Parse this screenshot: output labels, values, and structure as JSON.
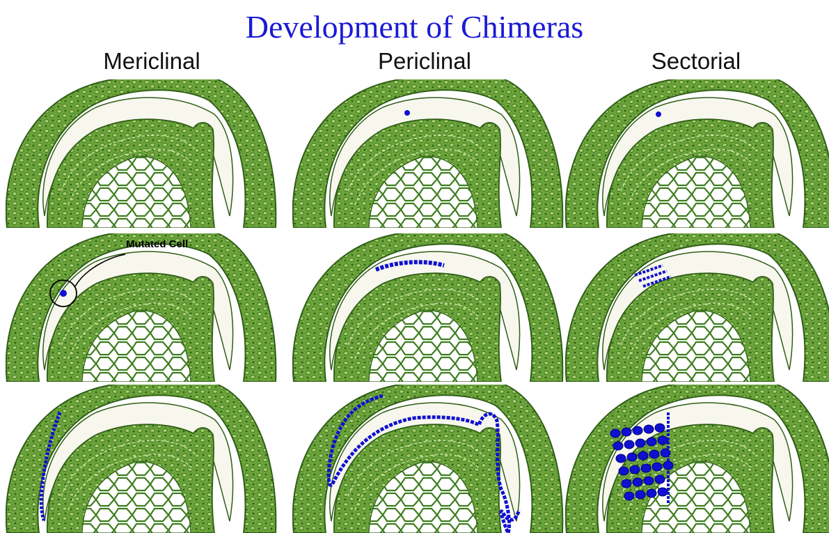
{
  "title": "Development of Chimeras",
  "columns": [
    {
      "key": "mericlinal",
      "label": "Mericlinal"
    },
    {
      "key": "periclinal",
      "label": "Periclinal"
    },
    {
      "key": "sectorial",
      "label": "Sectorial"
    }
  ],
  "annotation": {
    "label": "Mutated Cell"
  },
  "colors": {
    "title": "#1a1ad6",
    "tissue": "#6aa33a",
    "tissue_dark": "#2f5e16",
    "cell_fill": "#ffffff",
    "mutated": "#1010d0",
    "cavity": "#f7f7ee"
  },
  "stages": [
    "stage-1",
    "stage-2",
    "stage-3"
  ]
}
